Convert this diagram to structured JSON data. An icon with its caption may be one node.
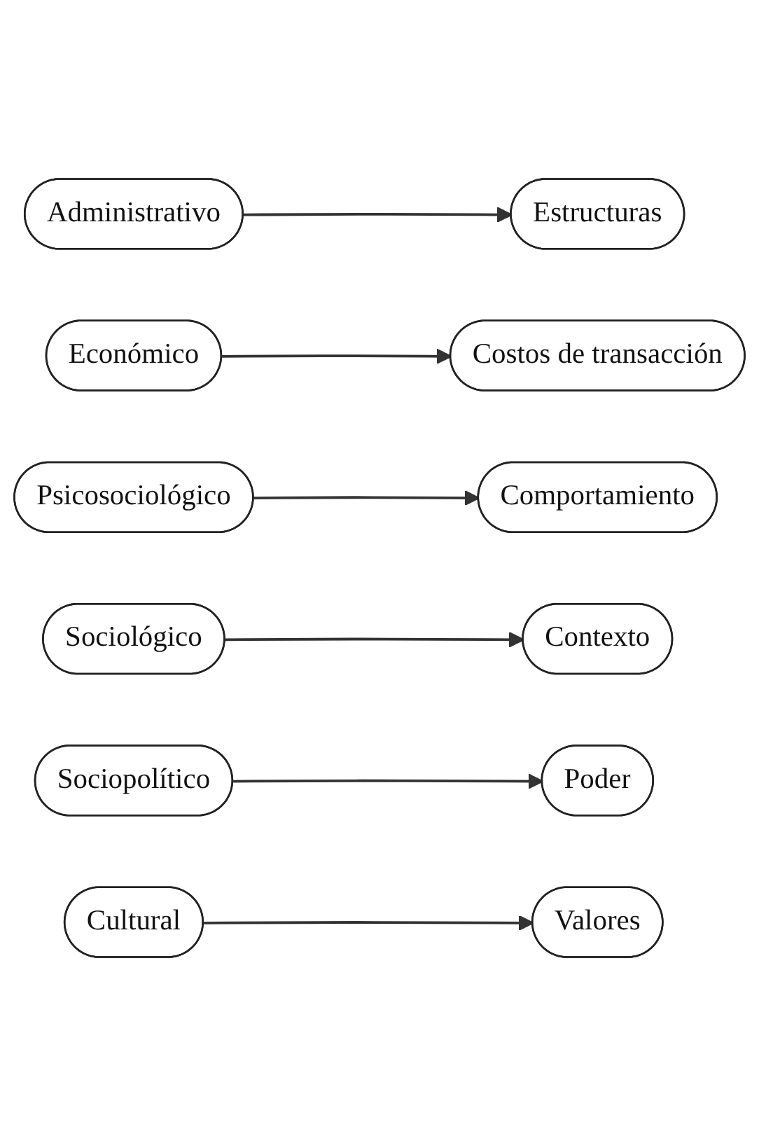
{
  "diagram": {
    "nodes": [
      {
        "text": [
          "Administrativo"
        ]
      },
      {
        "text": [
          "Estructuras"
        ]
      },
      {
        "text": [
          "Económico"
        ]
      },
      {
        "text": [
          "Costos de transacción"
        ]
      },
      {
        "text": [
          "Psicosociológico"
        ]
      },
      {
        "text": [
          "Comportamiento"
        ]
      },
      {
        "text": [
          "Sociológico"
        ]
      },
      {
        "text": [
          "Contexto"
        ]
      },
      {
        "text": [
          "Sociopolítico"
        ]
      },
      {
        "text": [
          "Poder"
        ]
      },
      {
        "text": [
          "Cultural"
        ]
      },
      {
        "text": [
          "Valores"
        ]
      }
    ],
    "edges": [
      {
        "from": 0,
        "to": 1,
        "arrow": "to"
      },
      {
        "from": 2,
        "to": 3,
        "arrow": "to"
      },
      {
        "from": 4,
        "to": 5,
        "arrow": "to"
      },
      {
        "from": 6,
        "to": 7,
        "arrow": "to"
      },
      {
        "from": 8,
        "to": 9,
        "arrow": "to"
      },
      {
        "from": 10,
        "to": 11,
        "arrow": "to"
      }
    ]
  }
}
